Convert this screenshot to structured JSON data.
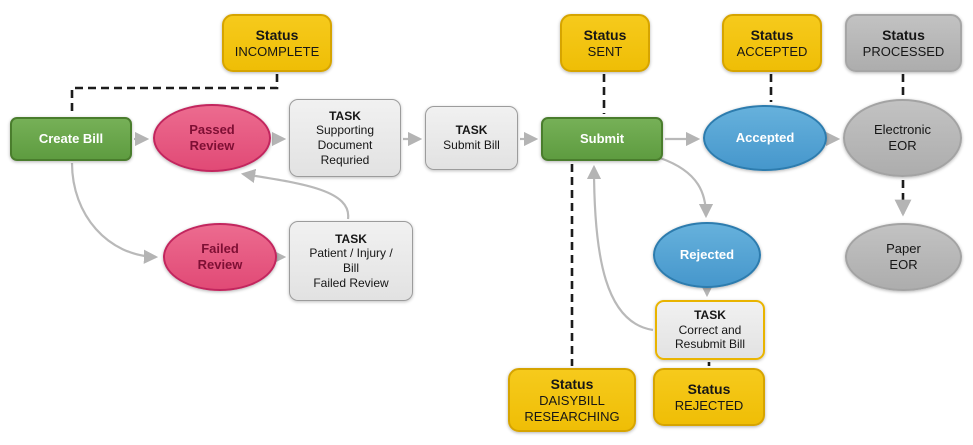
{
  "badges": {
    "incomplete": {
      "title": "Status",
      "value": "INCOMPLETE"
    },
    "sent": {
      "title": "Status",
      "value": "SENT"
    },
    "accepted": {
      "title": "Status",
      "value": "ACCEPTED"
    },
    "processed": {
      "title": "Status",
      "value": "PROCESSED"
    },
    "daisybill": {
      "title": "Status",
      "value": [
        "DAISYBILL",
        "RESEARCHING"
      ]
    },
    "rejected": {
      "title": "Status",
      "value": "REJECTED"
    }
  },
  "nodes": {
    "create_bill": {
      "label": "Create Bill"
    },
    "passed_review": {
      "label": [
        "Passed",
        "Review"
      ]
    },
    "task_supporting": {
      "title": "TASK",
      "label": [
        "Supporting",
        "Document",
        "Requried"
      ]
    },
    "task_submit_bill": {
      "title": "TASK",
      "label": "Submit Bill"
    },
    "submit": {
      "label": "Submit"
    },
    "accepted": {
      "label": "Accepted"
    },
    "electronic_eor": {
      "label": [
        "Electronic",
        "EOR"
      ]
    },
    "failed_review": {
      "label": [
        "Failed",
        "Review"
      ]
    },
    "task_failed_review": {
      "title": "TASK",
      "label": [
        "Patient / Injury /",
        "Bill",
        "Failed Review"
      ]
    },
    "rejected": {
      "label": "Rejected"
    },
    "paper_eor": {
      "label": [
        "Paper",
        "EOR"
      ]
    },
    "task_correct_resubmit": {
      "title": "TASK",
      "label": [
        "Correct and",
        "Resubmit Bill"
      ]
    }
  },
  "colors": {
    "action_green": "#68a74d",
    "review_pink": "#e85f86",
    "response_blue": "#58a7d7",
    "neutral_gray": "#b5b5b5",
    "task_gray": "#eaeaea",
    "status_yellow": "#f2c411",
    "arrow_gray": "#b9b9b9",
    "dashed_black": "#1c1c1c"
  }
}
